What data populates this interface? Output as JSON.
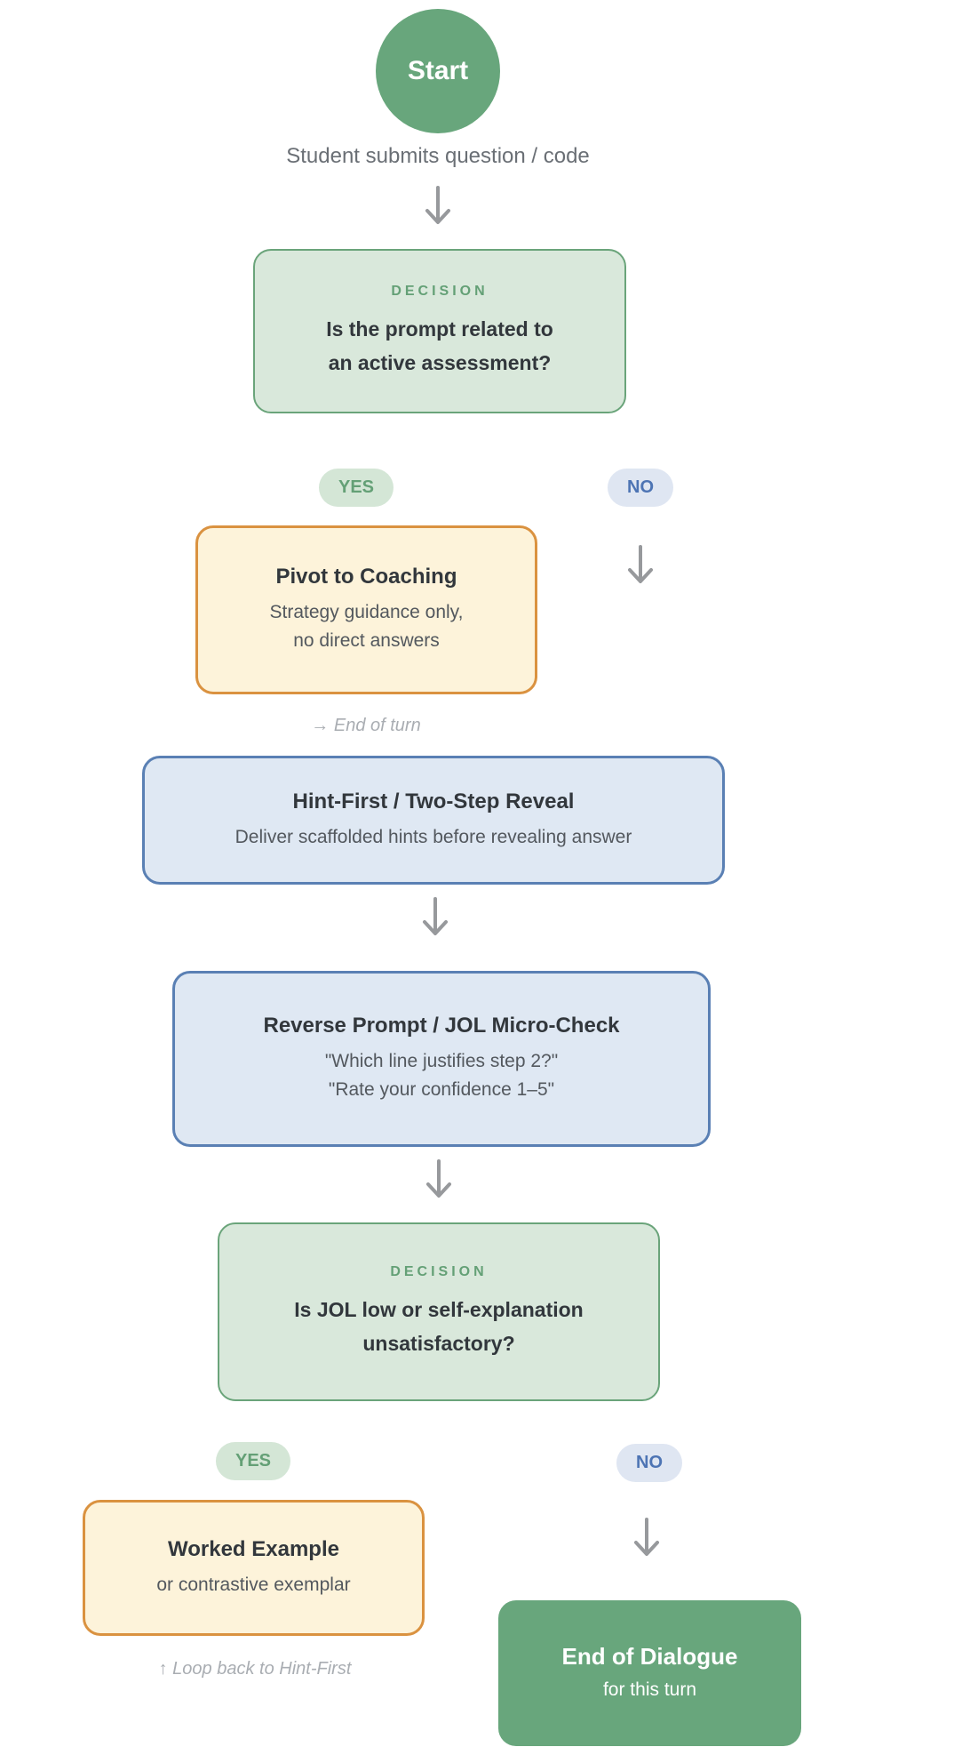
{
  "palette": {
    "green": "#68a67c",
    "green_light": "#d9e8db",
    "green_border": "#6aa47a",
    "green_text": "#64a076",
    "yes_bg": "#d4e6d6",
    "no_bg": "#dfe6f2",
    "blue_text": "#4d74b4",
    "blue_light": "#dfe8f3",
    "blue_border": "#5a80b4",
    "orange_border": "#da9240",
    "cream": "#fdf3da",
    "arrow_gray": "#97999c",
    "title_dark": "#32373c",
    "subtitle_gray": "#53585e",
    "muted_text": "#6a6f75",
    "note_gray": "#a9adb2"
  },
  "nodes": {
    "start": {
      "label": "Start"
    },
    "intro": {
      "text": "Student submits question / code"
    },
    "decision1": {
      "kicker": "DECISION",
      "line1": "Is the prompt related to",
      "line2": "an active assessment?"
    },
    "yes1": {
      "label": "YES"
    },
    "no1": {
      "label": "NO"
    },
    "pivot": {
      "title": "Pivot to Coaching",
      "line1": "Strategy guidance only,",
      "line2": "no direct answers"
    },
    "end_of_turn_note": {
      "text": "→ End of turn"
    },
    "hint": {
      "title": "Hint-First / Two-Step Reveal",
      "subtitle": "Deliver scaffolded hints before revealing answer"
    },
    "reverse": {
      "title": "Reverse Prompt / JOL Micro-Check",
      "line1": "\"Which line justifies step 2?\"",
      "line2": "\"Rate your confidence 1–5\""
    },
    "decision2": {
      "kicker": "DECISION",
      "line1": "Is JOL low or self-explanation",
      "line2": "unsatisfactory?"
    },
    "yes2": {
      "label": "YES"
    },
    "no2": {
      "label": "NO"
    },
    "worked": {
      "title": "Worked Example",
      "subtitle": "or contrastive exemplar"
    },
    "loop_note": {
      "text": "↑ Loop back to Hint-First"
    },
    "end": {
      "title": "End of Dialogue",
      "subtitle": "for this turn"
    }
  }
}
